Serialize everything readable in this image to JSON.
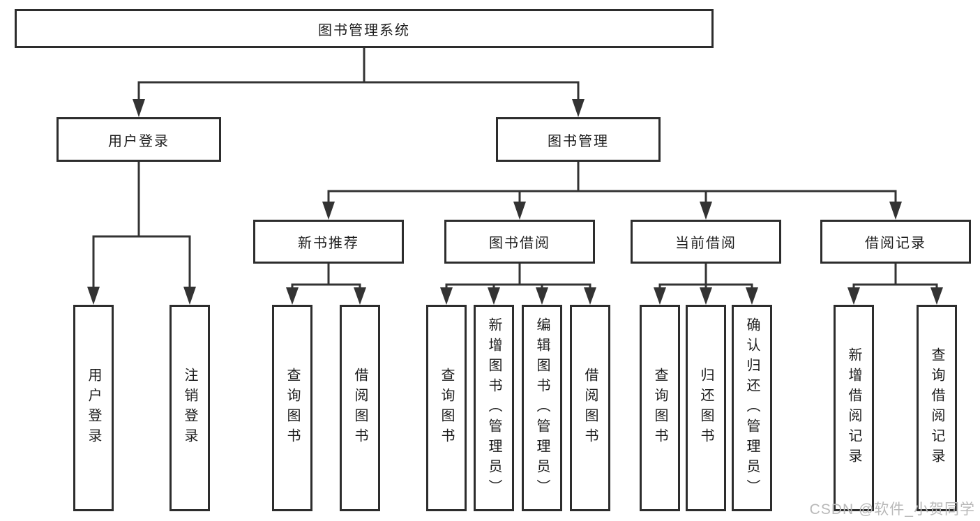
{
  "diagram": {
    "watermark": "CSDN @软件_小贺同学",
    "colors": {
      "line": "#333333",
      "box_border": "#2d2d2d",
      "text": "#1c1c1c",
      "watermark": "#b9b9b9",
      "background": "#ffffff"
    }
  },
  "tree": {
    "root": {
      "label": "图书管理系统",
      "children": [
        {
          "label": "用户登录",
          "children": [
            {
              "label": "用户登录"
            },
            {
              "label": "注销登录"
            }
          ]
        },
        {
          "label": "图书管理",
          "children": [
            {
              "label": "新书推荐",
              "children": [
                {
                  "label": "查询图书"
                },
                {
                  "label": "借阅图书"
                }
              ]
            },
            {
              "label": "图书借阅",
              "children": [
                {
                  "label": "查询图书"
                },
                {
                  "label": "新增图书（管理员）"
                },
                {
                  "label": "编辑图书（管理员）"
                },
                {
                  "label": "借阅图书"
                }
              ]
            },
            {
              "label": "当前借阅",
              "children": [
                {
                  "label": "查询图书"
                },
                {
                  "label": "归还图书"
                },
                {
                  "label": "确认归还（管理员）"
                }
              ]
            },
            {
              "label": "借阅记录",
              "children": [
                {
                  "label": "新增借阅记录"
                },
                {
                  "label": "查询借阅记录"
                }
              ]
            }
          ]
        }
      ]
    }
  }
}
